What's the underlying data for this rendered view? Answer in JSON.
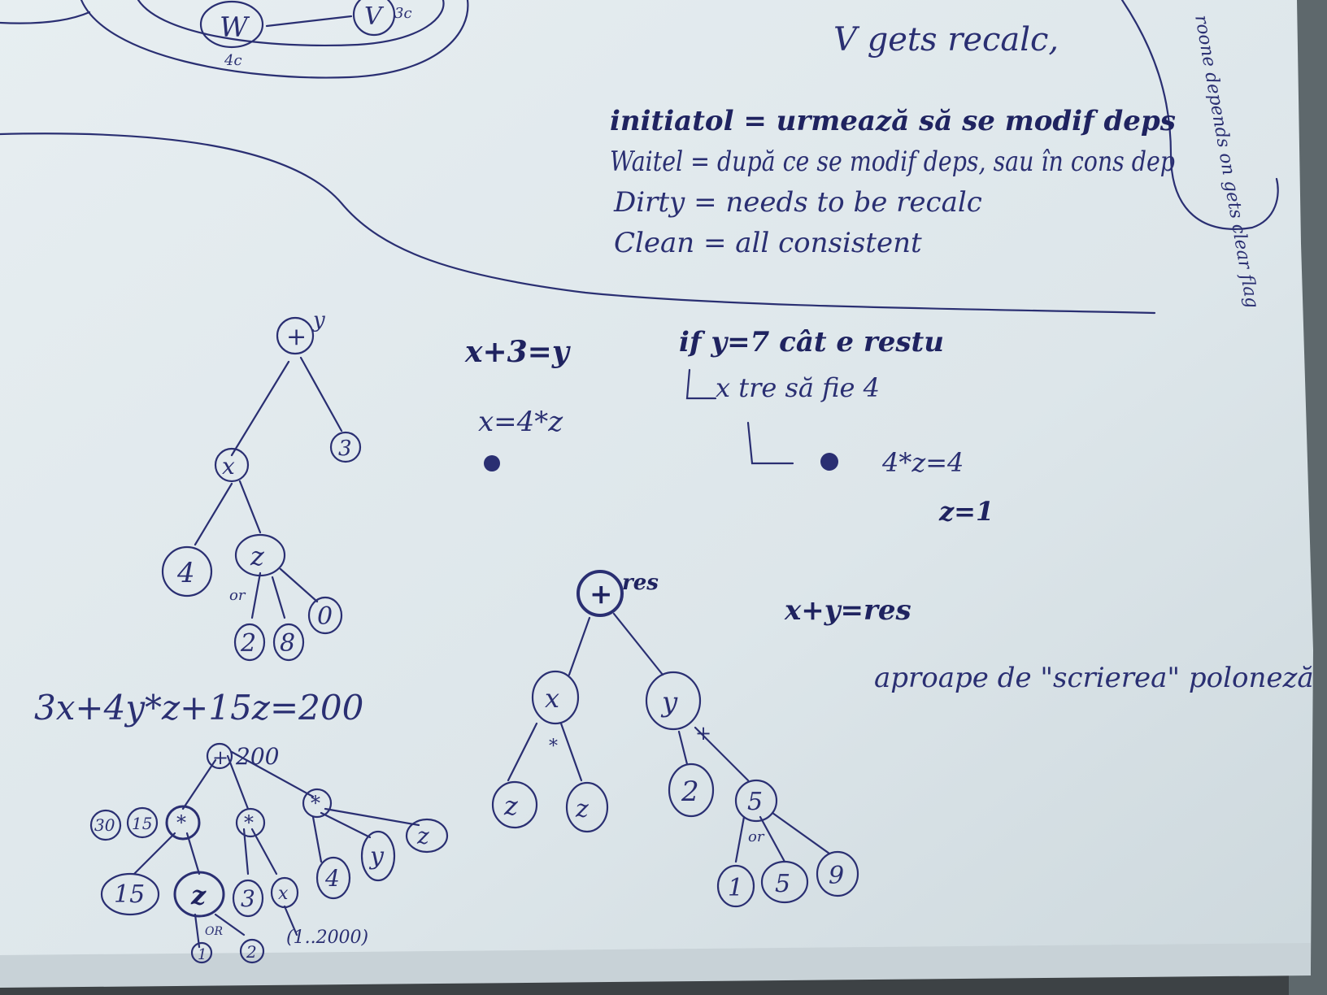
{
  "photo": {
    "paper_color": "#e4ecef",
    "ink_color": "#2a2f72",
    "backdrop_color": "#3d4245"
  },
  "notes": {
    "top_line": "V gets recalc,",
    "legend": [
      "initiatol = urmează să se modif deps",
      "Waitel = după ce se modif deps, sau în cons dep",
      "Dirty = needs to be recalc",
      "Clean = all consistent"
    ],
    "margin_note": "roone depends on gets clear flag",
    "eq1": "x+3=y",
    "eq2": "x=4*z",
    "cond1": "if y=7 cât e restu",
    "cond2": "x tre să fie 4",
    "cond3": "4*z=4",
    "cond4": "z=1",
    "eq_res": "x+y=res",
    "polish": "aproape de \"scrierea\" poloneză",
    "big_eq": "3x+4y*z+15z=200"
  },
  "tree1": {
    "root": "+",
    "root_label": "y",
    "children": [
      "x",
      "3"
    ],
    "x_children": [
      "4",
      "z"
    ],
    "z_children": [
      "2",
      "8",
      "0"
    ],
    "or_label": "or"
  },
  "tree2": {
    "root": "+",
    "root_label": "res",
    "children": [
      "x",
      "y"
    ],
    "x_op": "*",
    "x_children": [
      "z",
      "z"
    ],
    "y_op": "+",
    "y_children": [
      "2",
      "5"
    ],
    "five_op": "or",
    "five_children": [
      "1",
      "5",
      "9"
    ]
  },
  "tree3": {
    "root": "+",
    "root_label": "200",
    "consts": [
      "30",
      "15"
    ],
    "ops": [
      "*",
      "*",
      "*"
    ],
    "leaves": [
      "15",
      "z",
      "3",
      "x",
      "4",
      "y",
      "z"
    ],
    "bottom": [
      "1",
      "2",
      "(1..2000)"
    ],
    "or_label": "OR"
  },
  "top_sketch": {
    "nodes": [
      "W",
      "V"
    ],
    "labels": [
      "4c",
      "3c"
    ]
  }
}
